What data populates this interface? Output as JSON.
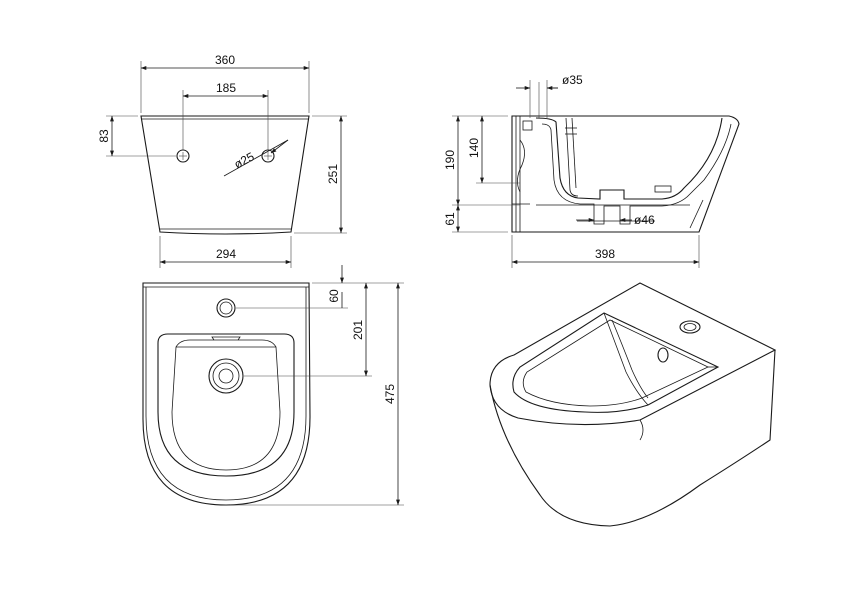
{
  "dimensions": {
    "front_top_width": "360",
    "front_hole_spacing": "185",
    "front_hole_height": "83",
    "front_hole_diameter": "ø25",
    "front_height": "251",
    "front_bottom_width": "294",
    "side_waste_diameter": "ø35",
    "side_height_upper": "190",
    "side_height_mid": "140",
    "side_height_lower": "61",
    "side_outlet_diameter": "ø46",
    "side_depth": "398",
    "plan_tap_offset": "60",
    "plan_drain_offset": "201",
    "plan_length": "475"
  }
}
